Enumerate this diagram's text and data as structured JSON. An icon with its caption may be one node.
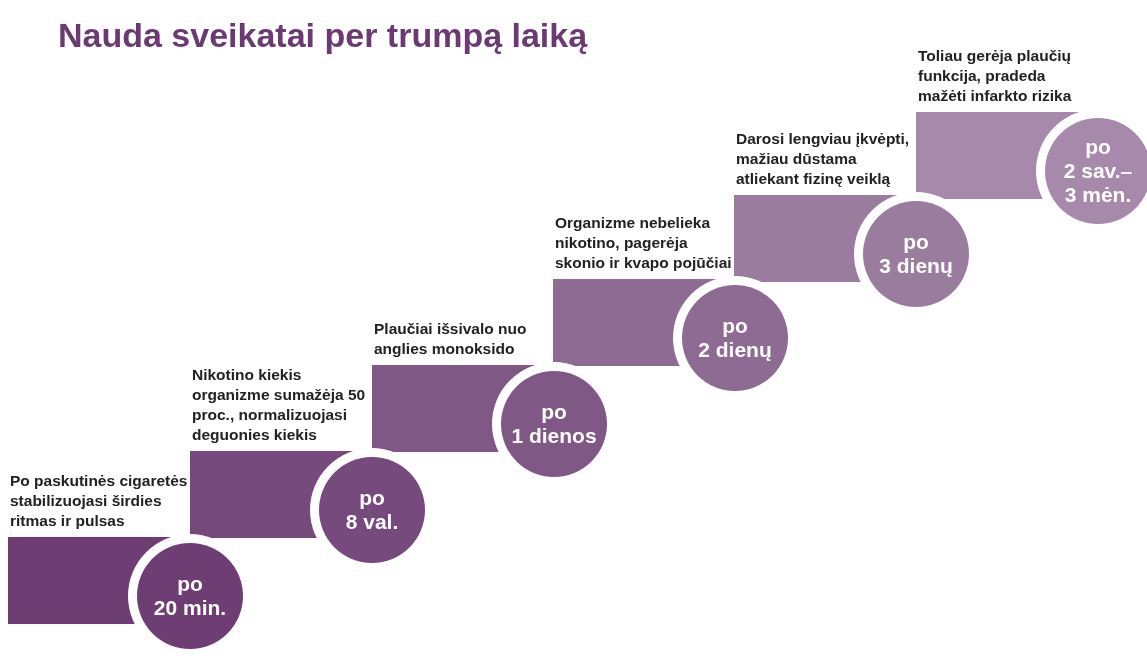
{
  "diagram": {
    "title": "Nauda sveikatai per trumpą laiką",
    "nodes": [
      {
        "text": [
          "po 20 min."
        ],
        "beside": [
          "Po paskutinės cigaretės stabilizuojasi širdies ritmas ir pulsas"
        ]
      },
      {
        "text": [
          "po 8 val."
        ],
        "beside": [
          "Nikotino kiekis organizme sumažėja 50 proc., normalizuojasi deguonies kiekis"
        ]
      },
      {
        "text": [
          "po 1 dienos"
        ],
        "beside": [
          "Plaučiai išsivalo nuo anglies monoksido"
        ]
      },
      {
        "text": [
          "po 2 dienų"
        ],
        "beside": [
          "Organizme nebelieka nikotino, pagerėja skonio ir kvapo pojūčiai"
        ]
      },
      {
        "text": [
          "po 3 dienų"
        ],
        "beside": [
          "Darosi lengviau įkvėpti, mažiau dūstama atliekant fizinę veiklą"
        ]
      },
      {
        "text": [
          "po 2 sav.–3 mėn."
        ],
        "beside": [
          "Toliau gerėja plaučių funkcija, pradeda mažėti infarkto rizika"
        ]
      }
    ],
    "edges": []
  }
}
